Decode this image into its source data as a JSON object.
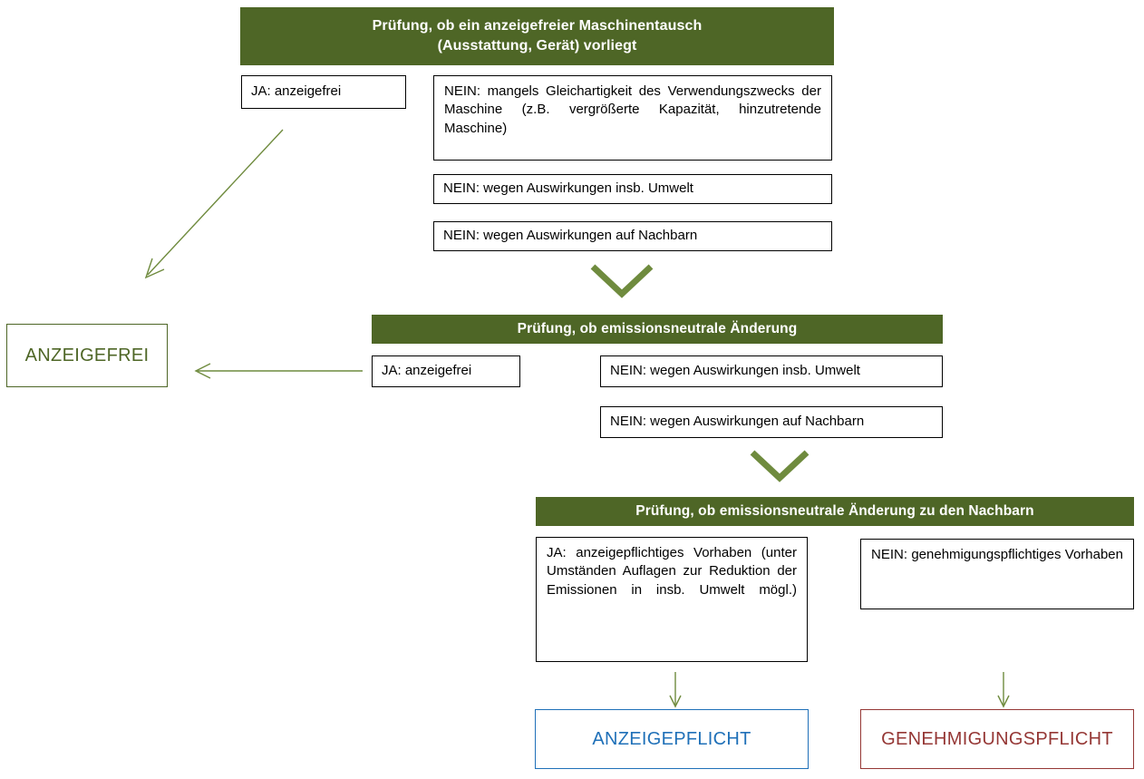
{
  "meta": {
    "title": "Prüfschema anzeigefreier Maschinentausch",
    "colors": {
      "header_green": "#4E6626",
      "arrow_green": "#6F8B3E",
      "result_green": "#4E6626",
      "result_blue": "#1F70B8",
      "result_red": "#953735",
      "box_border": "#000000",
      "background": "#FFFFFF"
    }
  },
  "stage1": {
    "header": "Prüfung, ob ein anzeigefreier Maschinentausch\n(Ausstattung, Gerät) vorliegt",
    "yes_box": "JA: anzeigefrei",
    "no_box_main": "NEIN: mangels Gleichartigkeit des Verwendungszwecks der Maschine (z.B. vergrößerte Kapazität, hinzutretende Maschine)",
    "no_box_environment": "NEIN: wegen Auswirkungen insb. Umwelt",
    "no_box_neighbours": "NEIN: wegen Auswirkungen auf Nachbarn"
  },
  "stage2": {
    "header": "Prüfung, ob emissionsneutrale Änderung",
    "yes_box": "JA: anzeigefrei",
    "no_box_environment": "NEIN: wegen Auswirkungen insb. Umwelt",
    "no_box_neighbours": "NEIN: wegen Auswirkungen auf Nachbarn"
  },
  "stage3": {
    "header": "Prüfung, ob emissionsneutrale Änderung zu den Nachbarn",
    "yes_box": "JA: anzeigepflichtiges Vorhaben (unter Umständen Auflagen zur Reduktion der Emissionen in insb. Umwelt mögl.)",
    "no_box": "NEIN: genehmigungspflichtiges Vorhaben"
  },
  "results": {
    "anzeigefrei": "ANZEIGEFREI",
    "anzeigepflicht": "ANZEIGEPFLICHT",
    "genehmigungspflicht": "GENEHMIGUNGSPFLICHT"
  },
  "connectors": {
    "diagonal_to_anzeigefrei": "arrow-diagonal-down-left",
    "stage1_to_stage2": "chevron-down",
    "stage2_to_anzeigefrei": "arrow-left",
    "stage2_to_stage3": "chevron-down",
    "stage3_yes_to_anzeigepflicht": "arrow-down",
    "stage3_no_to_genehmigungspflicht": "arrow-down"
  }
}
